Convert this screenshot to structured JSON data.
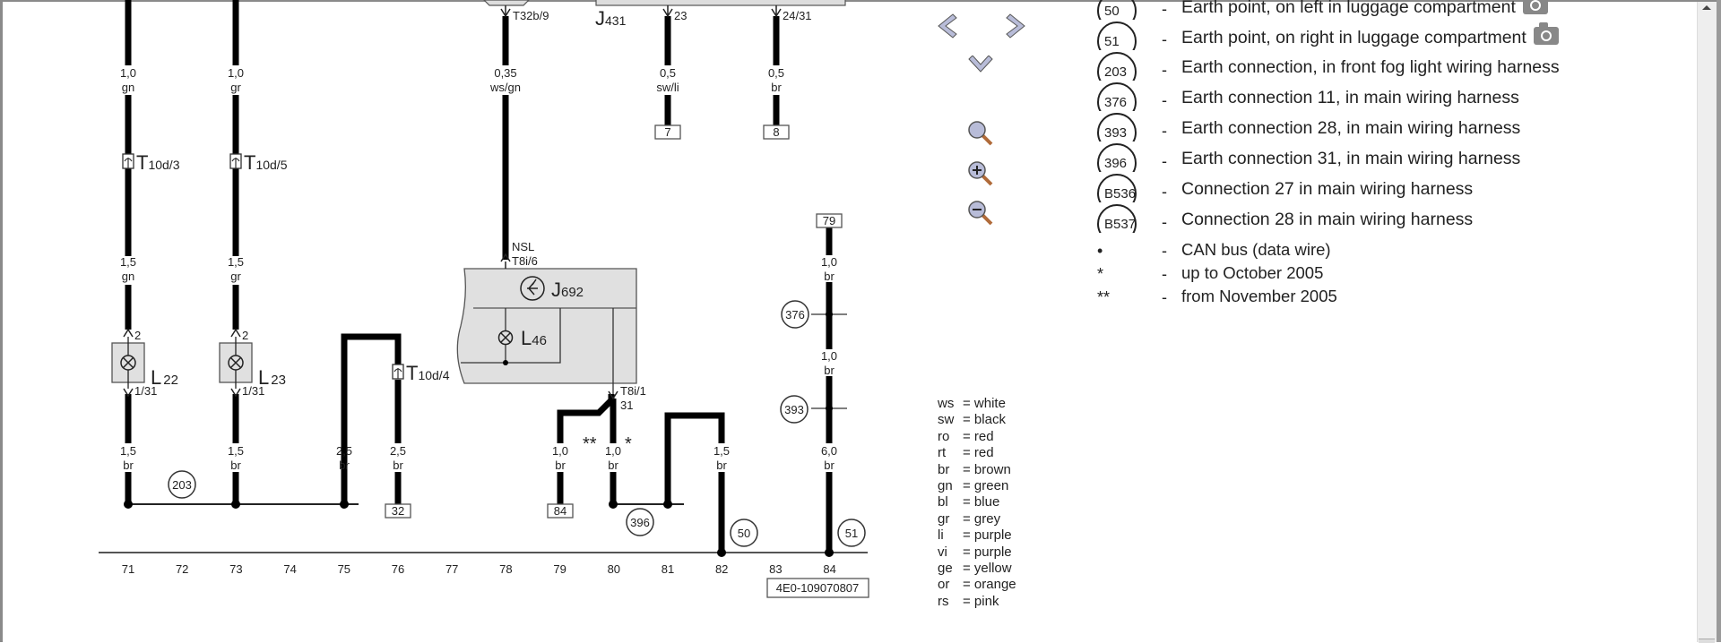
{
  "diagram": {
    "type": "wiring-diagram",
    "top_components": {
      "connector_top": "T32b/9",
      "control_unit": {
        "letter": "J",
        "sub": "431"
      },
      "pin_23": "23",
      "pin_24_31": "24/31"
    },
    "wires": [
      {
        "id": "w71a",
        "size": "1,0",
        "color": "gn"
      },
      {
        "id": "w73a",
        "size": "1,0",
        "color": "gr"
      },
      {
        "id": "w78a",
        "size": "0,35",
        "color": "ws/gn"
      },
      {
        "id": "w81a",
        "size": "0,5",
        "color": "sw/li"
      },
      {
        "id": "w83a",
        "size": "0,5",
        "color": "br"
      },
      {
        "id": "w71b",
        "size": "1,5",
        "color": "gn"
      },
      {
        "id": "w73b",
        "size": "1,5",
        "color": "gr"
      },
      {
        "id": "w84a",
        "size": "1,0",
        "color": "br"
      },
      {
        "id": "w84b",
        "size": "1,0",
        "color": "br"
      },
      {
        "id": "w71c",
        "size": "1,5",
        "color": "br"
      },
      {
        "id": "w73c",
        "size": "1,5",
        "color": "br"
      },
      {
        "id": "w75",
        "size": "2,5",
        "color": "br"
      },
      {
        "id": "w76",
        "size": "2,5",
        "color": "br"
      },
      {
        "id": "w79",
        "size": "1,0",
        "color": "br",
        "note": "**"
      },
      {
        "id": "w80",
        "size": "1,0",
        "color": "br",
        "note": "*"
      },
      {
        "id": "w82",
        "size": "1,5",
        "color": "br"
      },
      {
        "id": "w84c",
        "size": "6,0",
        "color": "br"
      }
    ],
    "connectors": {
      "t10d3": {
        "letter": "T",
        "sub": "10d/3"
      },
      "t10d5": {
        "letter": "T",
        "sub": "10d/5"
      },
      "t10d4": {
        "letter": "T",
        "sub": "10d/4"
      },
      "nsl": "NSL",
      "t8i6": "T8i/6",
      "t8i1": "T8i/1",
      "t8i1_pin": "31",
      "pin2a": "2",
      "pin2b": "2",
      "pin131a": "1/31",
      "pin131b": "1/31"
    },
    "components": {
      "l22": {
        "letter": "L",
        "sub": "22"
      },
      "l23": {
        "letter": "L",
        "sub": "23"
      },
      "j692": {
        "letter": "J",
        "sub": "692"
      },
      "l46": {
        "letter": "L",
        "sub": "46"
      }
    },
    "boxes": {
      "b7": "7",
      "b8": "8",
      "b79": "79",
      "b32": "32",
      "b84": "84"
    },
    "earth_points": {
      "e203": "203",
      "e376": "376",
      "e393": "393",
      "e396": "396",
      "e50": "50",
      "e51": "51"
    },
    "tracks": [
      "71",
      "72",
      "73",
      "74",
      "75",
      "76",
      "77",
      "78",
      "79",
      "80",
      "81",
      "82",
      "83",
      "84"
    ],
    "doc_id": "4E0-109070807"
  },
  "navigation": {
    "prev": "previous-page",
    "next": "next-page",
    "down": "scroll-down",
    "zoom_fit": "zoom-fit",
    "zoom_in": "zoom-in",
    "zoom_out": "zoom-out"
  },
  "legend": {
    "items": [
      {
        "symbol": "50",
        "dash": "-",
        "text": "Earth point, on left in luggage compartment",
        "camera": true
      },
      {
        "symbol": "51",
        "dash": "-",
        "text": "Earth point, on right in luggage compartment",
        "camera": true
      },
      {
        "symbol": "203",
        "dash": "-",
        "text": "Earth connection, in front fog light wiring harness"
      },
      {
        "symbol": "376",
        "dash": "-",
        "text": "Earth connection 11, in main wiring harness"
      },
      {
        "symbol": "393",
        "dash": "-",
        "text": "Earth connection 28, in main wiring harness"
      },
      {
        "symbol": "396",
        "dash": "-",
        "text": "Earth connection 31, in main wiring harness"
      },
      {
        "symbol": "B536",
        "dash": "-",
        "text": "Connection 27 in main wiring harness"
      },
      {
        "symbol": "B537",
        "dash": "-",
        "text": "Connection 28 in main wiring harness"
      }
    ],
    "notes": [
      {
        "symbol": "•",
        "dash": "-",
        "text": "CAN bus (data wire)"
      },
      {
        "symbol": "*",
        "dash": "-",
        "text": "up to October 2005"
      },
      {
        "symbol": "**",
        "dash": "-",
        "text": "from November 2005"
      }
    ]
  },
  "color_codes": [
    {
      "code": "ws",
      "name": "= white"
    },
    {
      "code": "sw",
      "name": "= black"
    },
    {
      "code": "ro",
      "name": "= red"
    },
    {
      "code": "rt",
      "name": "= red"
    },
    {
      "code": "br",
      "name": "= brown"
    },
    {
      "code": "gn",
      "name": "= green"
    },
    {
      "code": "bl",
      "name": "= blue"
    },
    {
      "code": "gr",
      "name": "= grey"
    },
    {
      "code": "li",
      "name": "= purple"
    },
    {
      "code": "vi",
      "name": "= purple"
    },
    {
      "code": "ge",
      "name": "= yellow"
    },
    {
      "code": "or",
      "name": "= orange"
    },
    {
      "code": "rs",
      "name": "= pink"
    }
  ],
  "colors": {
    "wire": "#000000",
    "component_fill": "#e0e0e0",
    "nav_icon": "#b8bcd8",
    "frame": "#8a8a8a"
  }
}
